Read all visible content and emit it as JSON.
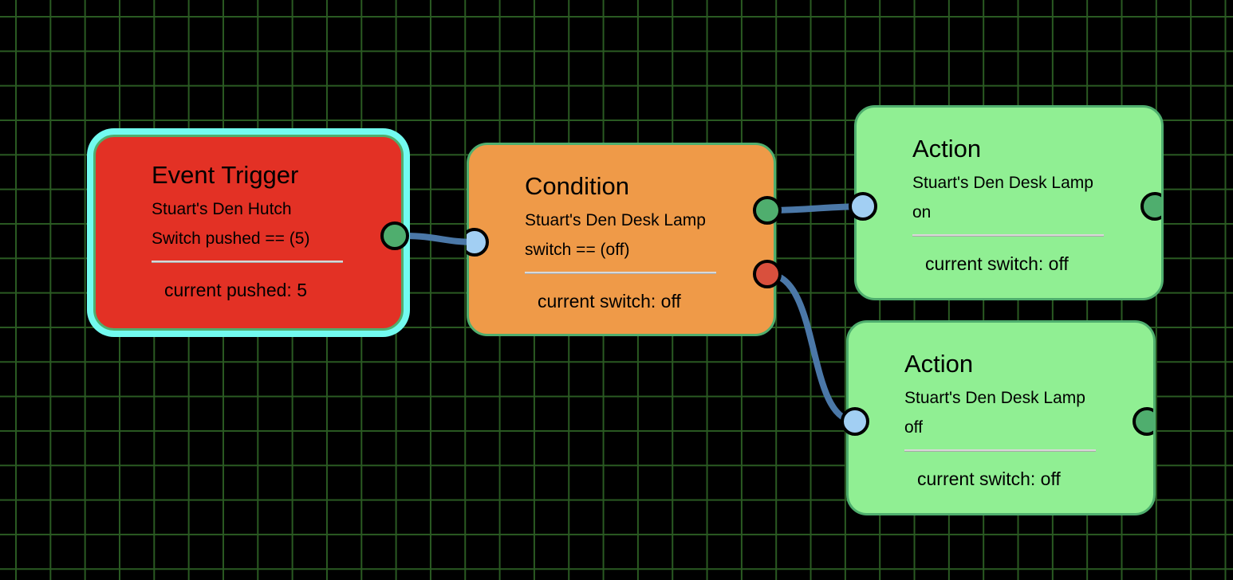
{
  "canvas": {
    "background": "#000000",
    "grid_color": "#2a5a22"
  },
  "colors": {
    "trigger": "#e33125",
    "condition": "#ef9a48",
    "action": "#90ef93",
    "node_border": "#4fae6e",
    "selected_outline": "#72fbf0",
    "wire": "#4b78a8",
    "port_in": "#a2cff3",
    "port_out_true": "#4fae6e",
    "port_out_false": "#d9503d"
  },
  "nodes": [
    {
      "id": "trigger",
      "type": "Event Trigger",
      "device": "Stuart's Den Hutch",
      "expression": "Switch pushed == (5)",
      "current": "current pushed: 5",
      "selected": true
    },
    {
      "id": "condition",
      "type": "Condition",
      "device": "Stuart's Den Desk Lamp",
      "expression": "switch == (off)",
      "current": "current switch: off",
      "selected": false
    },
    {
      "id": "action_on",
      "type": "Action",
      "device": "Stuart's Den Desk Lamp",
      "expression": "on",
      "current": "current switch: off",
      "selected": false
    },
    {
      "id": "action_off",
      "type": "Action",
      "device": "Stuart's Den Desk Lamp",
      "expression": "off",
      "current": "current switch: off",
      "selected": false
    }
  ],
  "connections": [
    {
      "from": "trigger",
      "from_port": "out",
      "to": "condition",
      "to_port": "in"
    },
    {
      "from": "condition",
      "from_port": "out-true",
      "to": "action_on",
      "to_port": "in"
    },
    {
      "from": "condition",
      "from_port": "out-false",
      "to": "action_off",
      "to_port": "in"
    }
  ]
}
